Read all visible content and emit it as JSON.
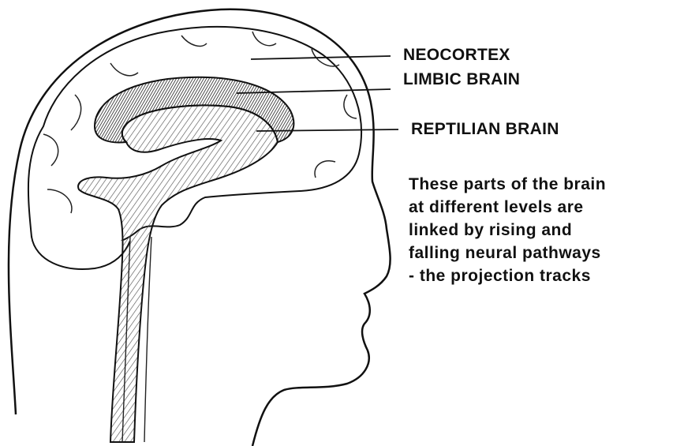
{
  "labels": {
    "neocortex": "NEOCORTEX",
    "limbic": "LIMBIC BRAIN",
    "reptilian": "REPTILIAN BRAIN"
  },
  "caption": {
    "lines": [
      "These parts of the brain",
      "at different levels are",
      "linked by rising and",
      "falling neural pathways",
      "- the projection tracks"
    ]
  },
  "colors": {
    "ink": "#111111",
    "limbic_fill": "#8a8a8a",
    "reptilian_fill": "#dddddd",
    "background": "#ffffff"
  }
}
